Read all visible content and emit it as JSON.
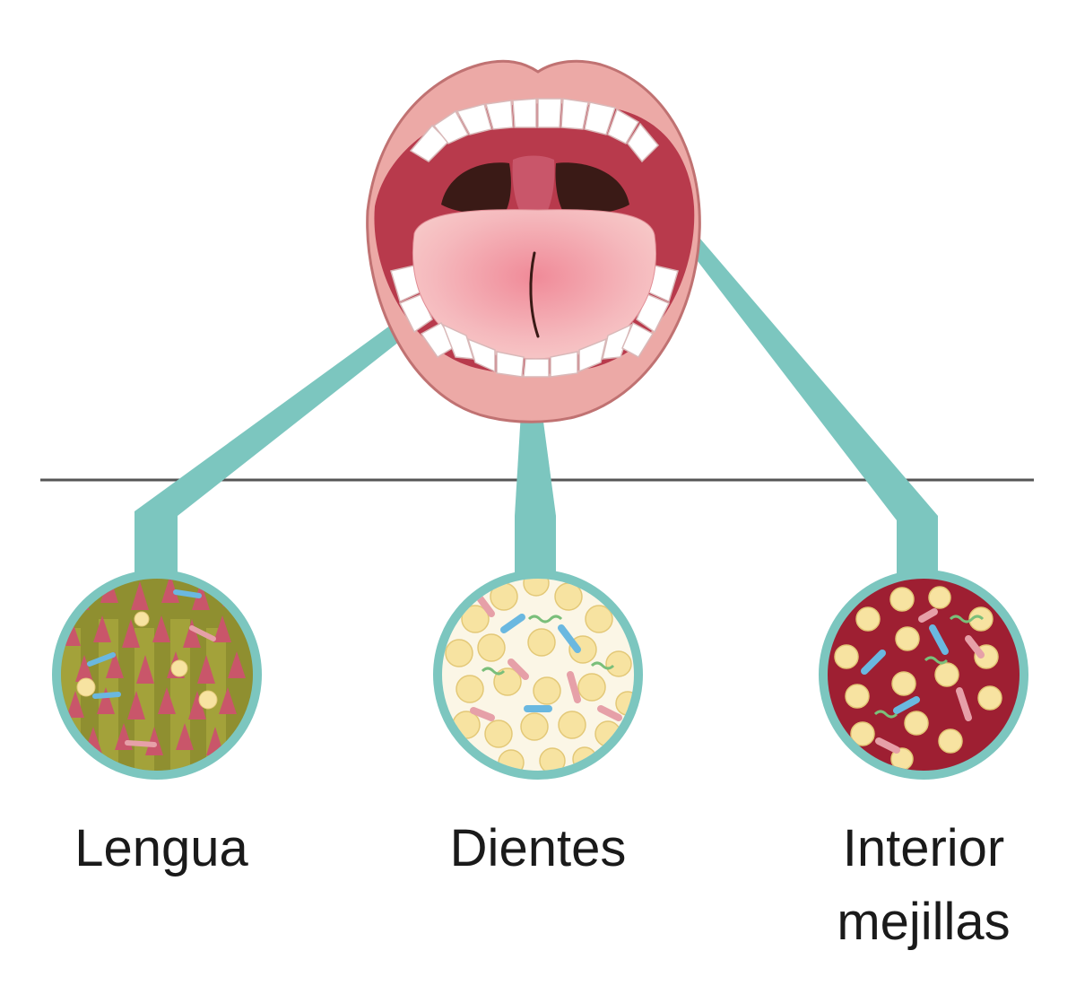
{
  "labels": {
    "tongue": "Lengua",
    "teeth": "Dientes",
    "cheeks_line1": "Interior",
    "cheeks_line2": "mejillas"
  },
  "colors": {
    "teal": "#7cc6bf",
    "lip_outline": "#c97a7a",
    "lip": "#eca9a6",
    "mouth_inside": "#b83a4c",
    "throat": "#3a1a16",
    "tongue": "#f2aab0",
    "tooth": "#ffffff",
    "tongue_bg": "#8a8a2a",
    "papilla": "#c9566a",
    "plaque_cell": "#f7e3a1",
    "cheek_bg": "#9e1f32",
    "rod_blue": "#6ab8e0",
    "rod_pink": "#e6a0a8",
    "spiral_green": "#7abf7a"
  }
}
